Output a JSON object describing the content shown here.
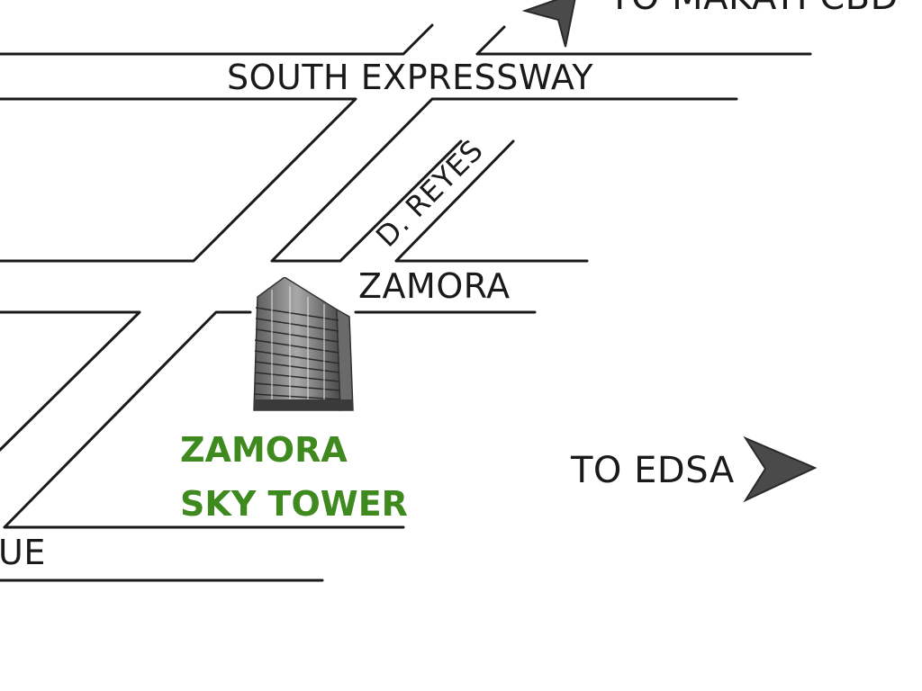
{
  "map": {
    "roads": {
      "south_expressway": "SOUTH EXPRESSWAY",
      "d_reyes": "D. REYES",
      "zamora": "ZAMORA",
      "avenue_fragment": "UE"
    },
    "destinations": {
      "top": "TO MAKATI CBD",
      "right": "TO EDSA"
    },
    "building": {
      "name_line1": "ZAMORA",
      "name_line2": "SKY TOWER",
      "icon": "building-icon"
    },
    "colors": {
      "background": "#ffffff",
      "road_line": "#1a1a1a",
      "building_name": "#3f8a1f",
      "arrow": "#4a4a4a"
    }
  }
}
